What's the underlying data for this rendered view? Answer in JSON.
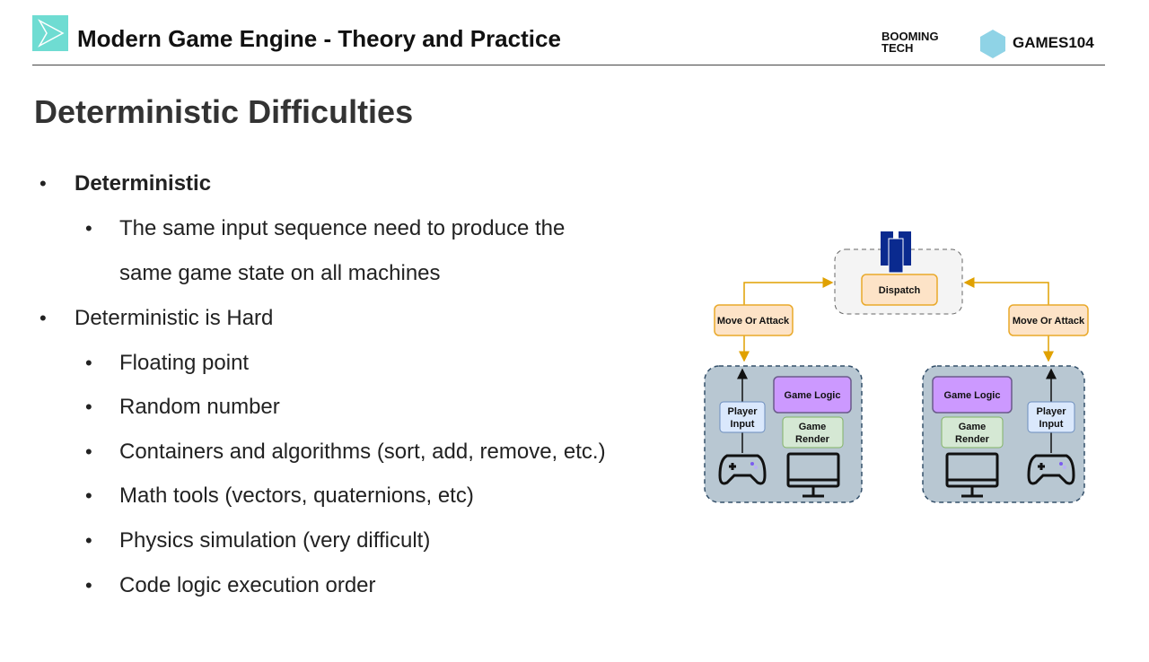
{
  "header": {
    "title": "Modern Game Engine - Theory and Practice",
    "brand1_line1": "BOOMING",
    "brand1_line2": "TECH",
    "brand2": "GAMES104"
  },
  "slide": {
    "title": "Deterministic Difficulties"
  },
  "bullets": [
    {
      "level": 1,
      "text": "Deterministic",
      "bold": true
    },
    {
      "level": 2,
      "text": "The same input sequence need to produce the"
    },
    {
      "level": 2,
      "text": "same game state on all machines",
      "continuation": true
    },
    {
      "level": 1,
      "text": "Deterministic is Hard"
    },
    {
      "level": 2,
      "text": "Floating point"
    },
    {
      "level": 2,
      "text": "Random number"
    },
    {
      "level": 2,
      "text": "Containers and algorithms (sort, add, remove, etc.)"
    },
    {
      "level": 2,
      "text": "Math tools (vectors, quaternions, etc)"
    },
    {
      "level": 2,
      "text": "Physics simulation (very difficult)"
    },
    {
      "level": 2,
      "text": "Code logic execution order"
    }
  ],
  "diagram": {
    "dispatch": "Dispatch",
    "move_left": "Move Or Attack",
    "move_right": "Move Or Attack",
    "game_logic": "Game Logic",
    "game_render_1": "Game",
    "game_render_2": "Render",
    "player_input_1": "Player",
    "player_input_2": "Input",
    "server_icon": "server-icon"
  }
}
